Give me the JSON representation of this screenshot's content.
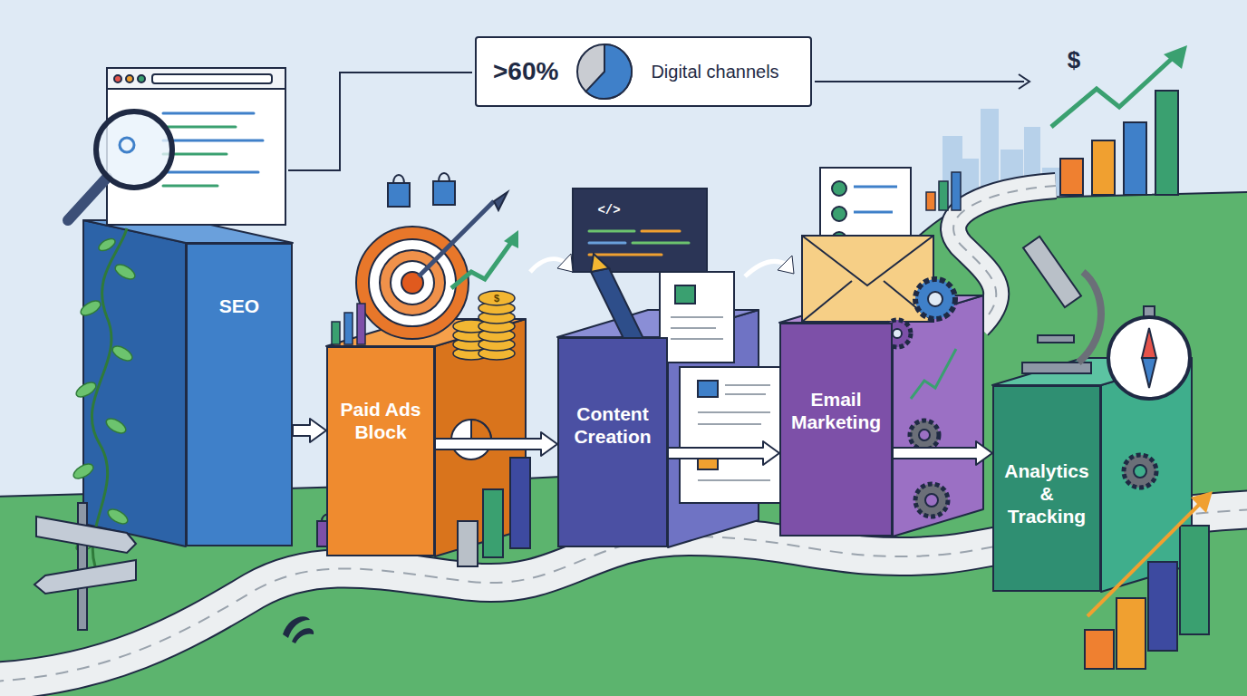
{
  "diagram": {
    "nodes": [
      {
        "text": [
          ">60%",
          "Digital channels"
        ]
      },
      {
        "text": [
          "SEO"
        ]
      },
      {
        "text": [
          "Paid Ads Block"
        ]
      },
      {
        "text": [
          "Content Creation"
        ]
      },
      {
        "text": [
          "Email Marketing"
        ]
      },
      {
        "text": [
          "Analytics & Tracking"
        ]
      }
    ],
    "edges": [
      {
        "from": 1,
        "to": 2,
        "arrow": "to"
      },
      {
        "from": 2,
        "to": 3,
        "arrow": "to"
      },
      {
        "from": 3,
        "to": 4,
        "arrow": "to"
      },
      {
        "from": 4,
        "to": 5,
        "arrow": "to"
      }
    ],
    "labels": [
      "</>",
      "$",
      "$"
    ]
  }
}
